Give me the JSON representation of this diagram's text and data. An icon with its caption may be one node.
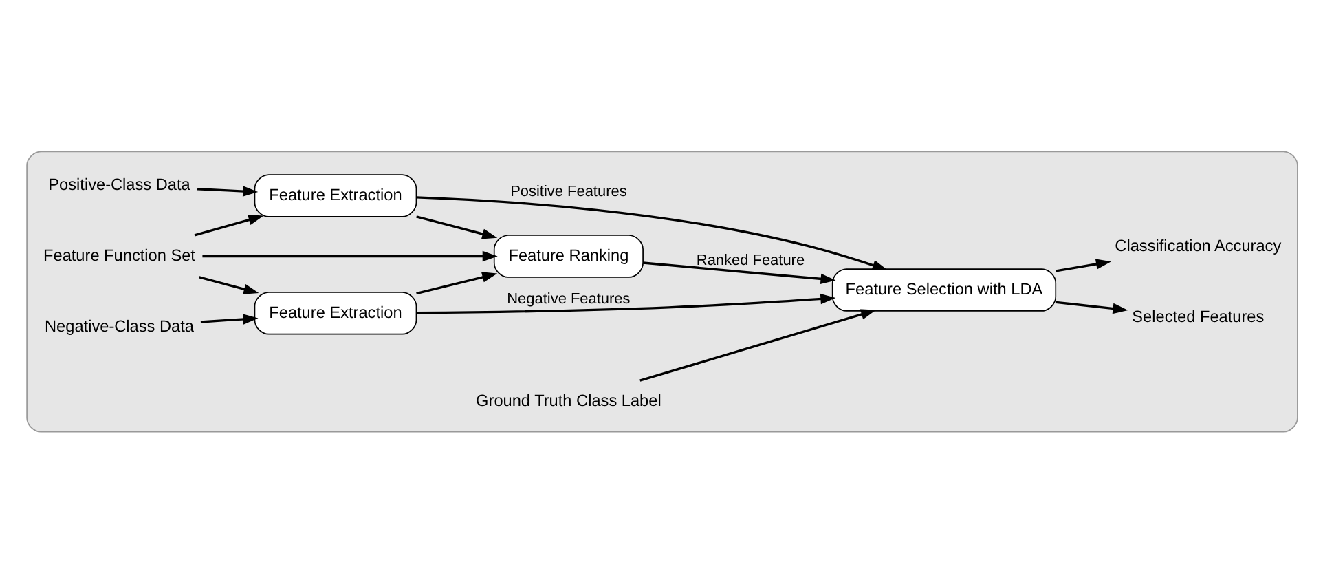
{
  "diagram": {
    "nodes": [
      {
        "text": [],
        "shape": "box"
      },
      {
        "text": [
          "Positive-Class Data"
        ],
        "in": 0
      },
      {
        "text": [
          "Feature Extraction"
        ],
        "in": 0
      },
      {
        "text": [
          "Feature Function Set"
        ],
        "in": 0
      },
      {
        "text": [
          "Feature Ranking"
        ],
        "in": 0
      },
      {
        "text": [
          "Feature Selection with LDA"
        ],
        "in": 0
      },
      {
        "text": [
          "Feature Extraction"
        ],
        "in": 0
      },
      {
        "text": [
          "Negative-Class Data"
        ],
        "in": 0
      },
      {
        "text": [
          "Ground Truth Class Label"
        ],
        "in": 0
      },
      {
        "text": [
          "Selected Features"
        ],
        "in": 0
      },
      {
        "text": [
          "Classification Accuracy"
        ],
        "in": 0
      }
    ],
    "edges": [
      {
        "from": 1,
        "to": 2,
        "arrow": "to"
      },
      {
        "from": 7,
        "to": 6,
        "arrow": "to"
      },
      {
        "from": 3,
        "to": 2,
        "arrow": "to"
      },
      {
        "from": 3,
        "to": 4,
        "arrow": "to"
      },
      {
        "from": 3,
        "to": 6,
        "arrow": "to"
      },
      {
        "from": 2,
        "to": 4,
        "arrow": "to"
      },
      {
        "from": 2,
        "to": 5,
        "arrow": "to",
        "label": "Positive Features"
      },
      {
        "from": 6,
        "to": 4,
        "arrow": "to"
      },
      {
        "from": 6,
        "to": 5,
        "arrow": "to",
        "label": "Negative Features"
      },
      {
        "from": 4,
        "to": 5,
        "arrow": "to",
        "label": "Ranked Feature"
      },
      {
        "from": 8,
        "to": 5,
        "arrow": "to"
      },
      {
        "from": 5,
        "to": 9,
        "arrow": "to"
      },
      {
        "from": 5,
        "to": 10,
        "arrow": "to"
      }
    ]
  }
}
